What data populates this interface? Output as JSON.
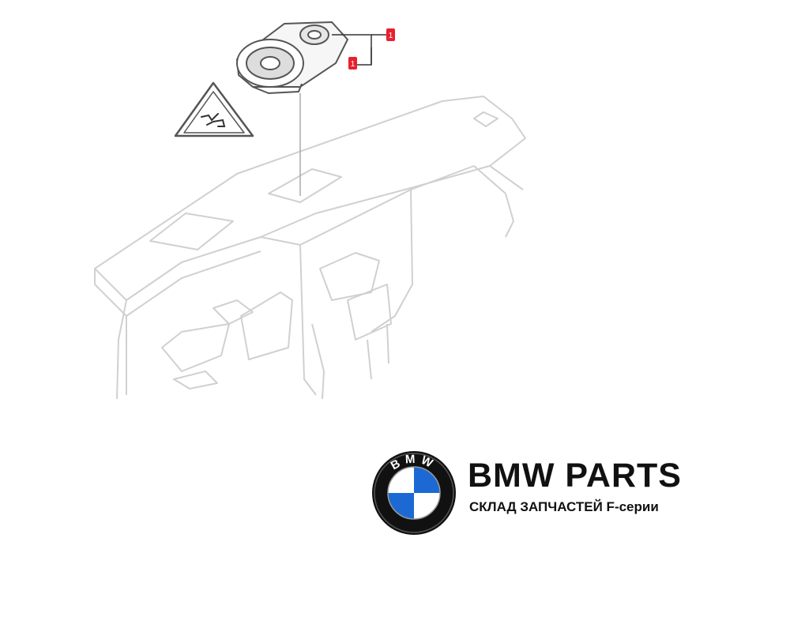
{
  "diagram": {
    "callout_labels": [
      "1",
      "1"
    ],
    "highlight_color": "#e8212e",
    "line_color": "#cfcfcf",
    "warning_icon": "speaker-warning-icon"
  },
  "brand": {
    "logo_letters": "BMW",
    "title": "BMW PARTS",
    "subtitle": "СКЛАД ЗАПЧАСТЕЙ F-серии",
    "logo_blue": "#1c69d4"
  }
}
